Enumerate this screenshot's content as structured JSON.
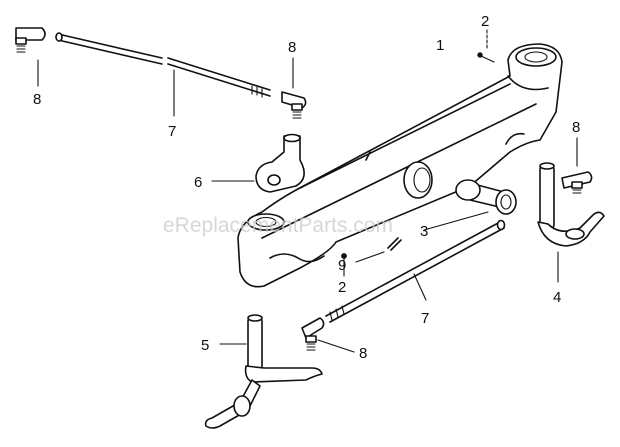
{
  "watermark": "eReplacementParts.com",
  "callouts": {
    "c1": "1",
    "c2a": "2",
    "c2b": "2",
    "c3": "3",
    "c4": "4",
    "c5": "5",
    "c6": "6",
    "c7a": "7",
    "c7b": "7",
    "c8a": "8",
    "c8b": "8",
    "c8c": "8",
    "c8d": "8",
    "c9": "9"
  }
}
